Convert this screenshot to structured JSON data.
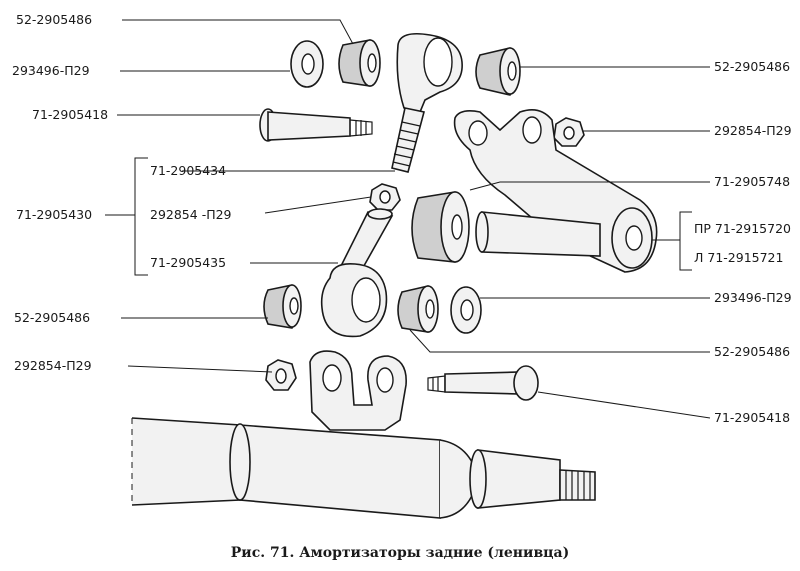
{
  "labels": {
    "bushing_top_left": "52-2905486",
    "washer_top_left": "293496-П29",
    "pin_top": "71-2905418",
    "bracket_thread": "71-2905434",
    "assembly_group": "71-2905430",
    "nut_middle": "292854 -П29",
    "lower_rod": "71-2905435",
    "bushing_lower_left": "52-2905486",
    "nut_lower_left": "292854-П29",
    "bushing_top_right": "52-2905486",
    "nut_top_right": "292854-П29",
    "lever": "71-2905748",
    "lever_right_pr": "ПР 71-2915720",
    "lever_left_l": "Л  71-2915721",
    "washer_right": "293496-П29",
    "bushing_lower_right": "52-2905486",
    "pin_lower": "71-2905418"
  },
  "caption": "Рис. 71. Амортизаторы задние (ленивца)"
}
